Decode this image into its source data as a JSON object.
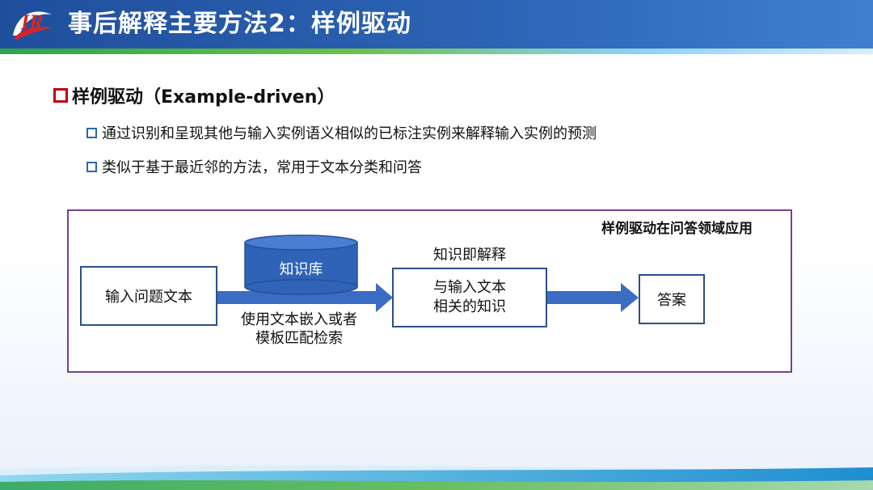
{
  "header": {
    "title": "事后解释主要方法2：样例驱动",
    "logo_text": "IR",
    "colors": {
      "bar": "#2c63b4",
      "stripe_green": "#2ea44f",
      "logo_red": "#d2262a"
    }
  },
  "content": {
    "heading": "样例驱动（Example-driven）",
    "bullets": [
      "通过识别和呈现其他与输入实例语义相似的已标注实例来解释输入实例的预测",
      "类似于基于最近邻的方法，常用于文本分类和问答"
    ]
  },
  "diagram": {
    "title": "样例驱动在问答领域应用",
    "input_box": "输入问题文本",
    "knowledge_base": "知识库",
    "retrieval_label_line1": "使用文本嵌入或者",
    "retrieval_label_line2": "模板匹配检索",
    "explanation_label": "知识即解释",
    "related_box_line1": "与输入文本",
    "related_box_line2": "相关的知识",
    "answer_box": "答案",
    "colors": {
      "frame": "#7a3d96",
      "arrow": "#3a6cc4",
      "cylinder": "#2f63b8"
    }
  }
}
